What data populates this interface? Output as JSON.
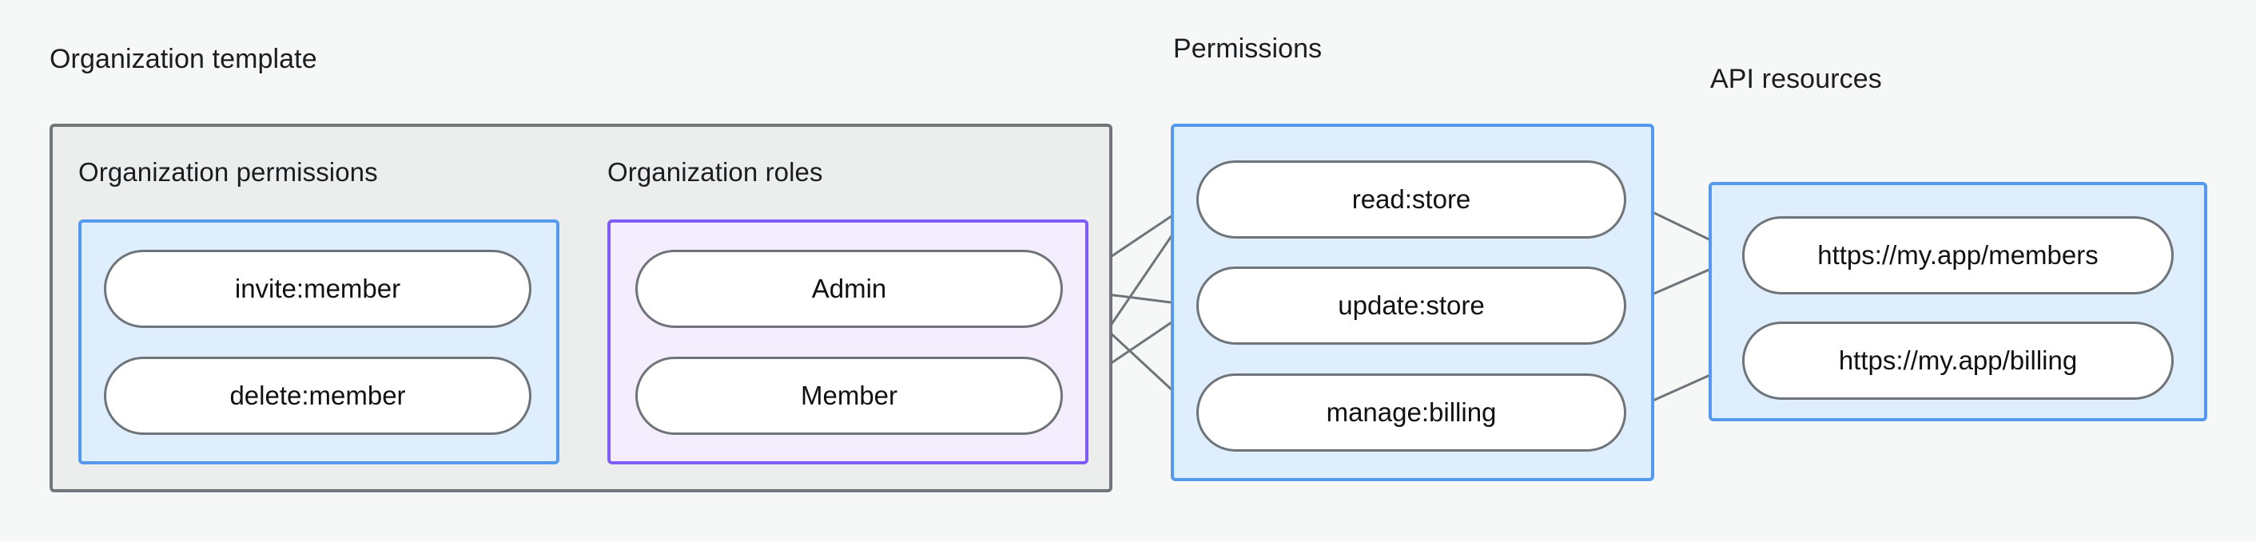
{
  "diagram": {
    "title_groups": {
      "org_template": "Organization template",
      "permissions": "Permissions",
      "api_resources": "API resources"
    },
    "subgroups": {
      "org_permissions": "Organization permissions",
      "org_roles": "Organization roles"
    },
    "colors": {
      "canvas_bg": "#f6f7f7",
      "outer_border": "#71767a",
      "outer_fill": "#eceeed",
      "blue_border": "#5599ef",
      "blue_fill": "#deeefc",
      "purple_border": "#7e5cf6",
      "purple_fill": "#f4edfd",
      "node_border": "#6f7478",
      "node_fill": "#ffffff",
      "edge": "#6f7478",
      "text": "#101114"
    },
    "nodes": {
      "org_permissions": [
        {
          "id": "invite-member",
          "label": "invite:member"
        },
        {
          "id": "delete-member",
          "label": "delete:member"
        }
      ],
      "org_roles": [
        {
          "id": "admin",
          "label": "Admin"
        },
        {
          "id": "member",
          "label": "Member"
        }
      ],
      "permissions": [
        {
          "id": "read-store",
          "label": "read:store"
        },
        {
          "id": "update-store",
          "label": "update:store"
        },
        {
          "id": "manage-billing",
          "label": "manage:billing"
        }
      ],
      "api_resources": [
        {
          "id": "members-url",
          "label": "https://my.app/members"
        },
        {
          "id": "billing-url",
          "label": "https://my.app/billing"
        }
      ]
    },
    "edges": [
      {
        "from": "invite-member",
        "to": "admin"
      },
      {
        "from": "invite-member",
        "to": "member"
      },
      {
        "from": "delete-member",
        "to": "member"
      },
      {
        "from": "admin",
        "to": "read-store"
      },
      {
        "from": "admin",
        "to": "update-store"
      },
      {
        "from": "admin",
        "to": "manage-billing"
      },
      {
        "from": "member",
        "to": "read-store"
      },
      {
        "from": "member",
        "to": "update-store"
      },
      {
        "from": "read-store",
        "to": "members-url"
      },
      {
        "from": "update-store",
        "to": "members-url"
      },
      {
        "from": "manage-billing",
        "to": "billing-url"
      }
    ]
  }
}
